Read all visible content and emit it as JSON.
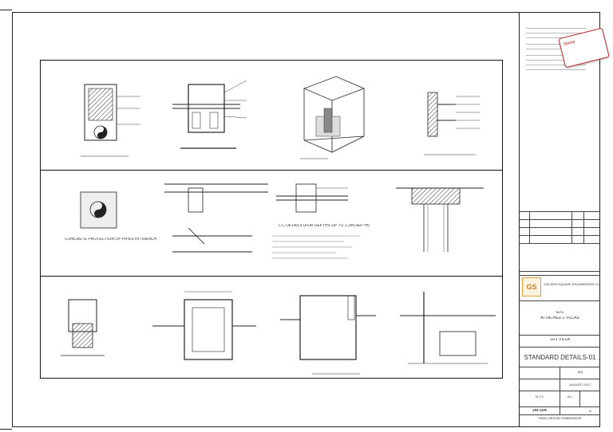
{
  "title_block": {
    "consultant_name": "GOLDEN SQUARE ENGINEERING CONSULTANTS",
    "logo_text": "GS",
    "project_code": "G+1",
    "project_title": "ATTACHED 2 VILLAS",
    "project_type": "G+1 VILLA",
    "drawing_title": "STANDARD DETAILS-01",
    "scale": "N.T.S",
    "sheet_size": "A2",
    "drawing_number": "DR-104",
    "revision": "A",
    "drawn_by": "MQ",
    "date": "AUGUST-2017",
    "submission_status": "FINAL DESIGN SUBMISSION"
  },
  "stamp": {
    "label": "Stamp"
  },
  "drawings": {
    "row2_caption_4": "L.C DETAILS (FOR DEPTHS UP TO 1.2M DEPTH)",
    "row2_caption_1": "CONCRETE PROTECTION OF PIPES IN TRENCH"
  }
}
